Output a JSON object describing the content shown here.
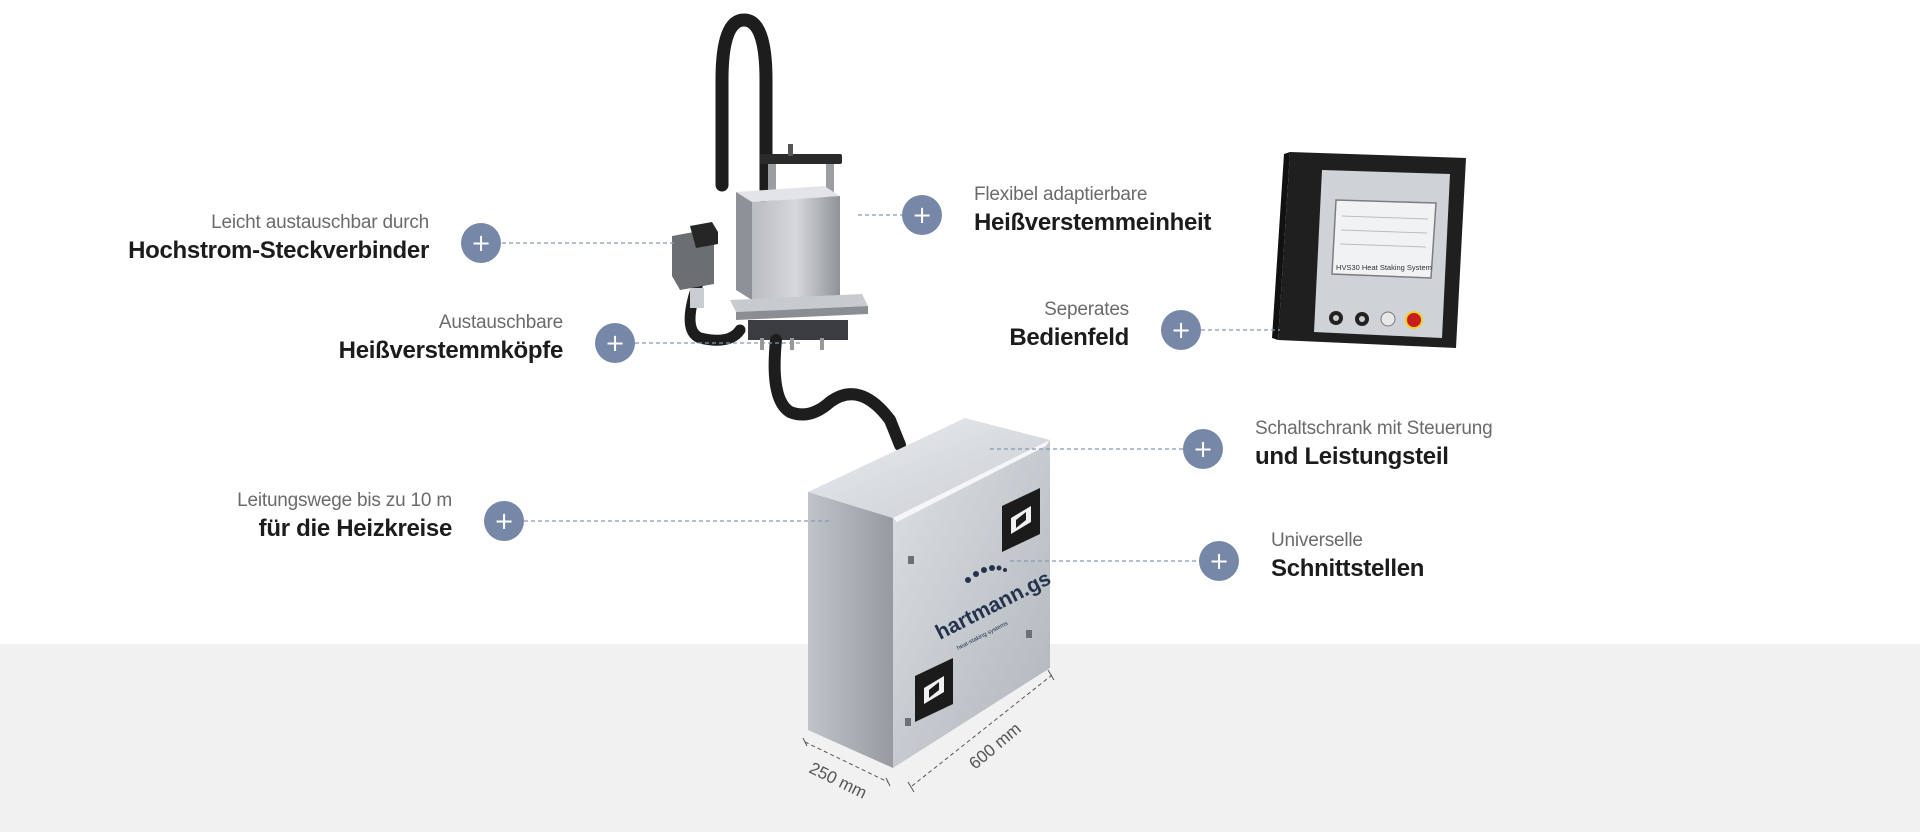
{
  "hotspots": [
    {
      "id": "steckverbinder",
      "light": "Leicht austauschbar durch",
      "bold": "Hochstrom-Steckverbinder",
      "button": "+"
    },
    {
      "id": "heizkoepfe",
      "light": "Austauschbare",
      "bold": "Heißverstemmköpfe",
      "button": "+"
    },
    {
      "id": "leitungswege",
      "light": "Leitungswege bis zu 10 m",
      "bold": "für die Heizkreise",
      "button": "+"
    },
    {
      "id": "heissverstemmeinheit",
      "light": "Flexibel adaptierbare",
      "bold": "Heißverstemmeinheit",
      "button": "+"
    },
    {
      "id": "bedienfeld",
      "light": "Seperates",
      "bold": "Bedienfeld",
      "button": "+"
    },
    {
      "id": "schaltschrank",
      "light": "Schaltschrank mit Steuerung",
      "bold": "und Leistungsteil",
      "button": "+"
    },
    {
      "id": "schnittstellen",
      "light": "Universelle",
      "bold": "Schnittstellen",
      "button": "+"
    }
  ],
  "cabinet": {
    "brand": "hartmann.gs",
    "brand_sub": "heat-staking systems",
    "dim_depth": "250 mm",
    "dim_width": "600 mm"
  },
  "panel": {
    "screen_title": "HVS30 Heat Staking System"
  },
  "colors": {
    "accent": "#7787a8",
    "floor": "#f1f1f1",
    "estop": "#c81e1e"
  }
}
